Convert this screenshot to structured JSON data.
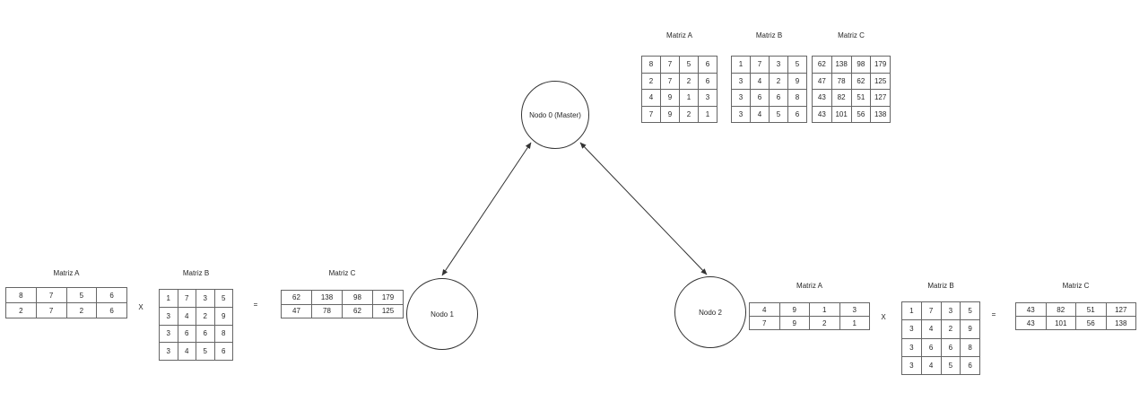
{
  "diagram": {
    "master": {
      "label": "Nodo 0 (Master)",
      "matrices": {
        "a": {
          "title": "Matriz A",
          "rows": [
            [
              8,
              7,
              5,
              6
            ],
            [
              2,
              7,
              2,
              6
            ],
            [
              4,
              9,
              1,
              3
            ],
            [
              7,
              9,
              2,
              1
            ]
          ]
        },
        "b": {
          "title": "Matriz B",
          "rows": [
            [
              1,
              7,
              3,
              5
            ],
            [
              3,
              4,
              2,
              9
            ],
            [
              3,
              6,
              6,
              8
            ],
            [
              3,
              4,
              5,
              6
            ]
          ]
        },
        "c": {
          "title": "Matriz C",
          "rows": [
            [
              62,
              138,
              98,
              179
            ],
            [
              47,
              78,
              62,
              125
            ],
            [
              43,
              82,
              51,
              127
            ],
            [
              43,
              101,
              56,
              138
            ]
          ]
        }
      }
    },
    "node1": {
      "label": "Nodo 1",
      "matrices": {
        "a": {
          "title": "Matriz A",
          "rows": [
            [
              8,
              7,
              5,
              6
            ],
            [
              2,
              7,
              2,
              6
            ]
          ]
        },
        "b": {
          "title": "Matriz B",
          "rows": [
            [
              1,
              7,
              3,
              5
            ],
            [
              3,
              4,
              2,
              9
            ],
            [
              3,
              6,
              6,
              8
            ],
            [
              3,
              4,
              5,
              6
            ]
          ]
        },
        "c": {
          "title": "Matriz C",
          "rows": [
            [
              62,
              138,
              98,
              179
            ],
            [
              47,
              78,
              62,
              125
            ]
          ]
        }
      }
    },
    "node2": {
      "label": "Nodo 2",
      "matrices": {
        "a": {
          "title": "Matriz A",
          "rows": [
            [
              4,
              9,
              1,
              3
            ],
            [
              7,
              9,
              2,
              1
            ]
          ]
        },
        "b": {
          "title": "Matriz B",
          "rows": [
            [
              1,
              7,
              3,
              5
            ],
            [
              3,
              4,
              2,
              9
            ],
            [
              3,
              6,
              6,
              8
            ],
            [
              3,
              4,
              5,
              6
            ]
          ]
        },
        "c": {
          "title": "Matriz C",
          "rows": [
            [
              43,
              82,
              51,
              127
            ],
            [
              43,
              101,
              56,
              138
            ]
          ]
        }
      }
    },
    "operators": {
      "multiply": "X",
      "equals": "="
    },
    "colors": {
      "background": "#ffffff",
      "edge_stroke": "#333333",
      "table_border": "#666666",
      "text": "#262626"
    }
  }
}
